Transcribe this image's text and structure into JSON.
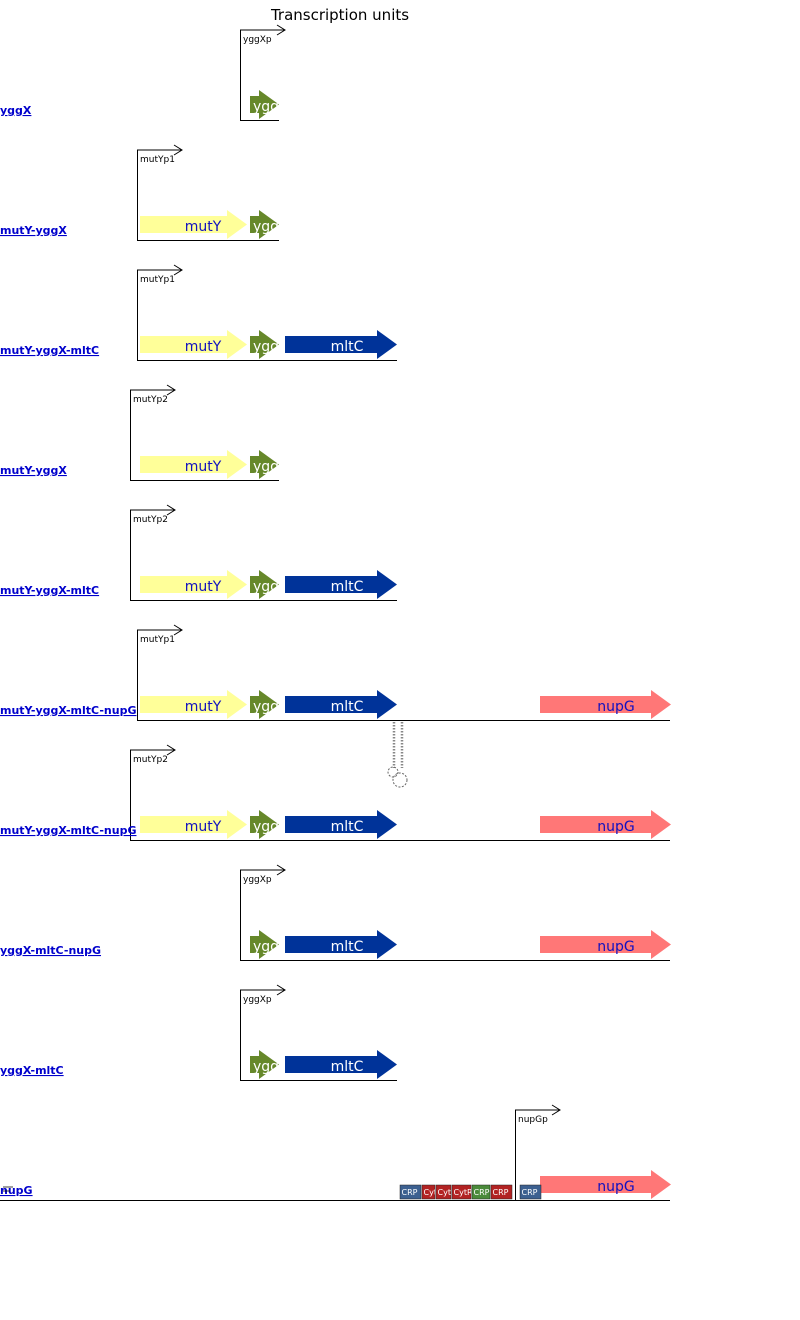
{
  "title": "Transcription units",
  "colors": {
    "mutY": "#ffff99",
    "yggX": "#66882a",
    "mltC": "#003399",
    "nupG": "#ff7777",
    "CRP": "#3c6090",
    "CytR": "#b22222",
    "CRP_activator": "#4a8a3a",
    "CRP_repressor": "#b22222",
    "link": "#0000cc",
    "line": "#000000"
  },
  "genes": {
    "mutY": {
      "label": "mutY",
      "label_color": "#1010c0",
      "color": "#ffff99"
    },
    "yggX": {
      "label": "ygg",
      "label_color": "#ffffff",
      "color": "#66882a"
    },
    "mltC": {
      "label": "mltC",
      "label_color": "#ffffff",
      "color": "#003399"
    },
    "nupG": {
      "label": "nupG",
      "label_color": "#1010c0",
      "color": "#ff7777"
    }
  },
  "units": [
    {
      "name": "yggX",
      "promoter": "yggXp",
      "genes": [
        "yggX"
      ]
    },
    {
      "name": "mutY-yggX",
      "promoter": "mutYp1",
      "genes": [
        "mutY",
        "yggX"
      ]
    },
    {
      "name": "mutY-yggX-mltC",
      "promoter": "mutYp1",
      "genes": [
        "mutY",
        "yggX",
        "mltC"
      ]
    },
    {
      "name": "mutY-yggX",
      "promoter": "mutYp2",
      "genes": [
        "mutY",
        "yggX"
      ]
    },
    {
      "name": "mutY-yggX-mltC",
      "promoter": "mutYp2",
      "genes": [
        "mutY",
        "yggX",
        "mltC"
      ]
    },
    {
      "name": "mutY-yggX-mltC-nupG",
      "promoter": "mutYp1",
      "genes": [
        "mutY",
        "yggX",
        "mltC",
        "nupG"
      ],
      "terminator": true
    },
    {
      "name": "mutY-yggX-mltC-nupG",
      "promoter": "mutYp2",
      "genes": [
        "mutY",
        "yggX",
        "mltC",
        "nupG"
      ]
    },
    {
      "name": "yggX-mltC-nupG",
      "promoter": "yggXp",
      "genes": [
        "yggX",
        "mltC",
        "nupG"
      ]
    },
    {
      "name": "yggX-mltC",
      "promoter": "yggXp",
      "genes": [
        "yggX",
        "mltC"
      ]
    },
    {
      "name": "nupG",
      "promoter": "nupGp",
      "genes": [
        "nupG"
      ],
      "sites": [
        {
          "label": "CRP",
          "kind": "CRP"
        },
        {
          "label": "CytR",
          "kind": "CytR"
        },
        {
          "label": "CytR",
          "kind": "CytR"
        },
        {
          "label": "CytR",
          "kind": "CytR"
        },
        {
          "label": "CRP",
          "kind": "CRP_activator"
        },
        {
          "label": "CRP",
          "kind": "CRP_repressor"
        },
        {
          "label": "CRP",
          "kind": "CRP"
        }
      ]
    }
  ]
}
